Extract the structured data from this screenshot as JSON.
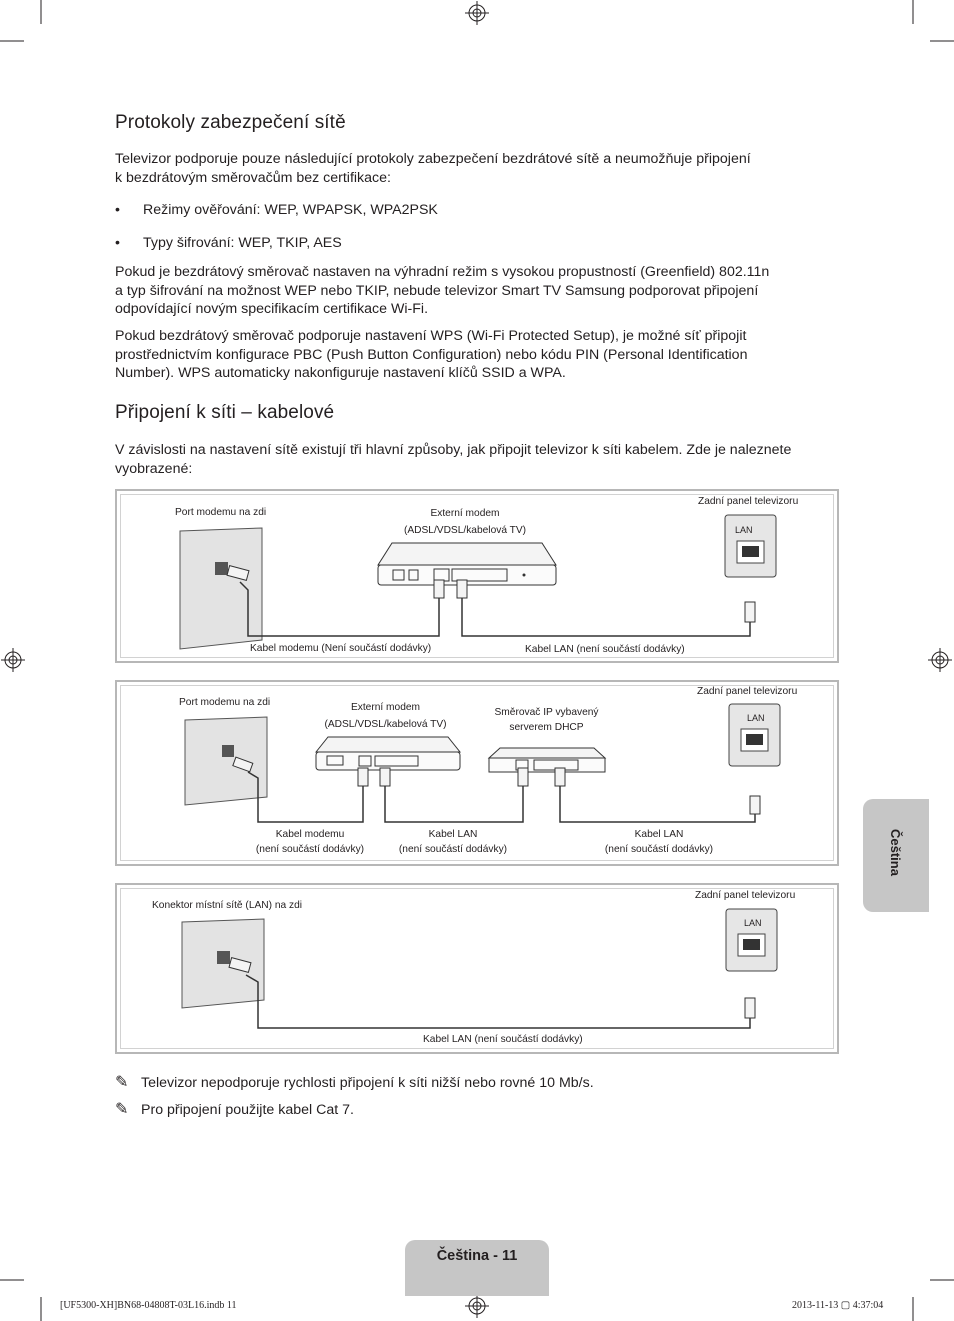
{
  "section1": {
    "title": "Protokoly zabezpečení sítě",
    "intro_line1": "Televizor podporuje pouze následující protokoly zabezpečení bezdrátové sítě a neumožňuje připojení",
    "intro_line2": "k bezdrátovým směrovačům bez certifikace:",
    "bullets": [
      "Režimy ověřování: WEP, WPAPSK, WPA2PSK",
      "Typy šifrování: WEP, TKIP, AES"
    ],
    "bullet_marker": "•",
    "p2": [
      "Pokud je bezdrátový směrovač nastaven na výhradní režim s vysokou propustností (Greenfield) 802.11n",
      "a typ šifrování na možnost WEP nebo TKIP, nebude televizor Smart TV Samsung podporovat připojení",
      "odpovídající novým specifikacím certifikace Wi-Fi."
    ],
    "p3": [
      "Pokud bezdrátový směrovač podporuje nastavení WPS (Wi-Fi Protected Setup), je možné síť připojit",
      "prostřednictvím konfigurace PBC (Push Button Configuration) nebo kódu PIN (Personal Identification",
      "Number). WPS automaticky nakonfiguruje nastavení klíčů SSID a WPA."
    ]
  },
  "section2": {
    "title": "Připojení k síti – kabelové",
    "intro": [
      "V závislosti na nastavení sítě existují tři hlavní způsoby, jak připojit televizor k síti kabelem. Zde je naleznete",
      "vyobrazené:"
    ]
  },
  "diagram1": {
    "wall_label": "Port modemu na zdi",
    "modem_label": "Externí modem",
    "modem_sub": "(ADSL/VDSL/kabelová TV)",
    "tv_label": "Zadní panel televizoru",
    "lan_port": "LAN",
    "cable1": "Kabel modemu (Není součástí dodávky)",
    "cable2": "Kabel LAN (není součástí dodávky)"
  },
  "diagram2": {
    "wall_label": "Port modemu na zdi",
    "modem_label": "Externí modem",
    "modem_sub": "(ADSL/VDSL/kabelová TV)",
    "router_label": "Směrovač IP vybavený",
    "router_sub": "serverem DHCP",
    "tv_label": "Zadní panel televizoru",
    "lan_port": "LAN",
    "cable1": "Kabel modemu",
    "cable1_sub": "(není součástí dodávky)",
    "cable2": "Kabel LAN",
    "cable2_sub": "(není součástí dodávky)",
    "cable3": "Kabel LAN",
    "cable3_sub": "(není součástí dodávky)"
  },
  "diagram3": {
    "wall_label": "Konektor místní sítě (LAN) na zdi",
    "tv_label": "Zadní panel televizoru",
    "lan_port": "LAN",
    "cable": "Kabel LAN (není součástí dodávky)"
  },
  "notes": [
    "Televizor nepodporuje rychlosti připojení k síti nižší nebo rovné 10 Mb/s.",
    "Pro připojení použijte kabel Cat 7."
  ],
  "note_marker": "✎",
  "side_tab": "Čeština",
  "page_tab": "Čeština - 11",
  "print_left": "[UF5300-XH]BN68-04808T-03L16.indb   11",
  "print_right": "2013-11-13   ▢ 4:37:04",
  "icons": {
    "registration": "registration-mark-icon",
    "note": "pencil-note-icon"
  }
}
